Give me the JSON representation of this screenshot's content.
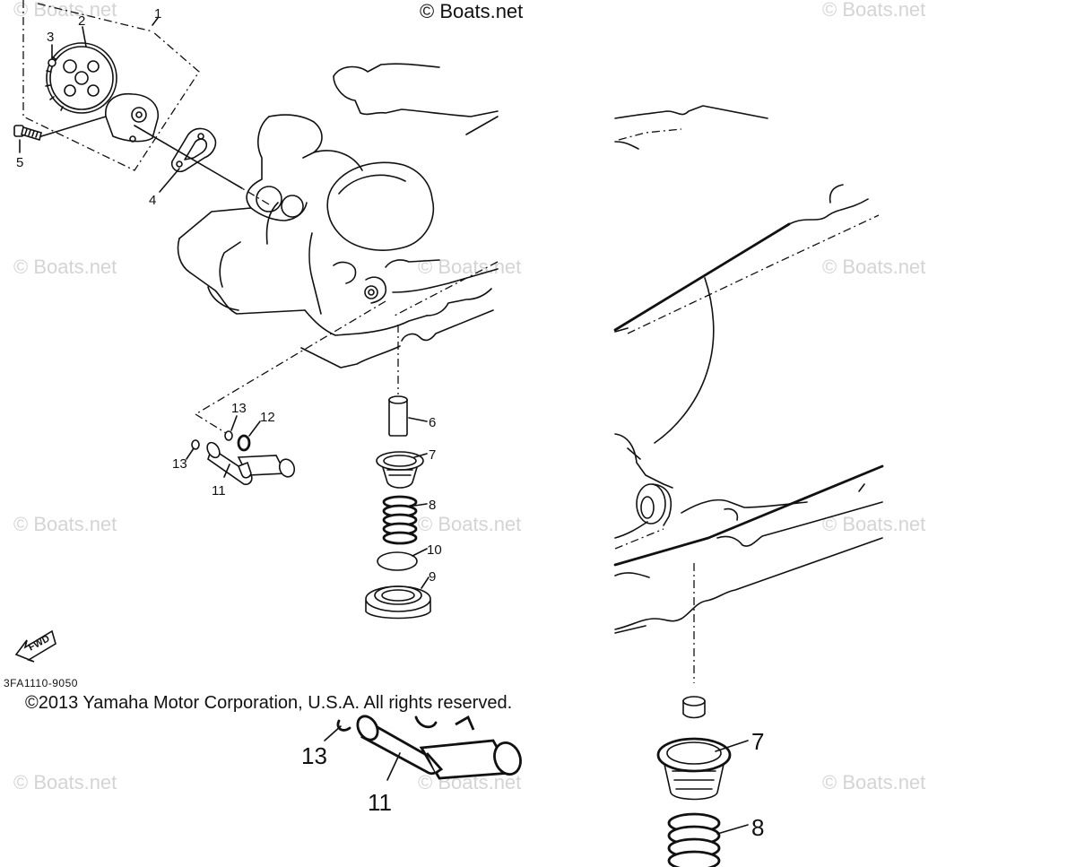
{
  "watermarks": {
    "top_center": "© Boats.net",
    "tile": "© Boats.net"
  },
  "labels": {
    "p1": "1",
    "p2": "2",
    "p3": "3",
    "p4": "4",
    "p5": "5",
    "p6": "6",
    "p7": "7",
    "p8": "8",
    "p9": "9",
    "p10": "10",
    "p11": "11",
    "p12": "12",
    "p13a": "13",
    "p13b": "13"
  },
  "detail_labels": {
    "p7": "7",
    "p8": "8",
    "p11": "11",
    "p13": "13"
  },
  "fwd_marker": "FWD",
  "diagram_code": "3FA1110-9050",
  "copyright": "©2013 Yamaha Motor Corporation, U.S.A. All rights reserved."
}
